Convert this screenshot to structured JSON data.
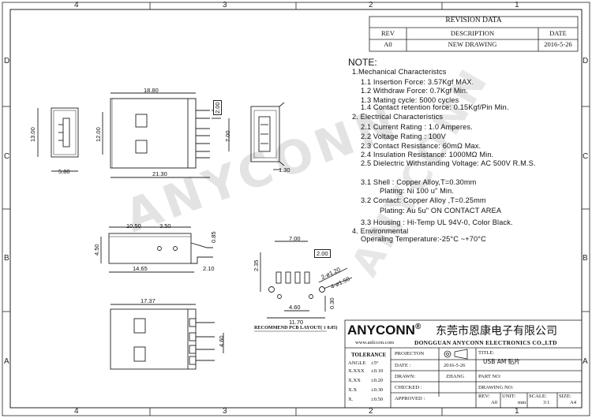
{
  "zones": {
    "top": [
      "4",
      "3",
      "2",
      "1"
    ],
    "bottom": [
      "4",
      "3",
      "2",
      "1"
    ],
    "left": [
      "D",
      "C",
      "B",
      "A"
    ],
    "right": [
      "D",
      "C",
      "B",
      "A"
    ]
  },
  "revision": {
    "title": "REVISION DATA",
    "headers": [
      "REV",
      "DESCRIPTION",
      "DATE"
    ],
    "row": [
      "A0",
      "NEW DRAWING",
      "2016-5-26"
    ]
  },
  "notes": {
    "title": "NOTE:",
    "lines": [
      "1.Mechanical Characteristcs",
      "1.1  Insertion  Force:  3.57Kgf  MAX.",
      "1.2  Withdraw  Force:  0.7Kgf  Min.",
      "1.3  Mating  cycle:  5000  cycles",
      "1.4  Contact  retention  force:  0.15Kgf/Pin  Min.",
      "2.  Electrical  Characteristics",
      "2.1  Current  Rating  :  1.0  Amperes.",
      "2.2  Voltage  Rating  :  100V",
      "2.3  Contact  Resistance:  60mΩ  Max.",
      "2.4  Insulation  Resistance:   1000MΩ  Min.",
      "2.5  Dielectric  Withstanding  Voltage: AC  500V  R.M.S.",
      "3.1  Shell  :  Copper  Alloy,T=0.30mm",
      "Plating:  Ni  100  u\"  Min.",
      "3.2  Contact:  Copper  Alloy  ,T=0.25mm",
      "Plating:  Au  5u\"  ON  CONTACT  AREA",
      "3.3  Housing  :  Hi-Temp  UL  94V-0,  Color  Black.",
      "4.  Environmental",
      "Operaling  Temperature:-25°C  ~+70°C"
    ]
  },
  "dimensions": {
    "top_view": {
      "width": "18.80",
      "height": "13.00",
      "inner": "12.00",
      "lead": "5.80",
      "length": "21.30",
      "pitch": "2.00",
      "span": "7.00"
    },
    "end_view": {
      "offset": "1.30"
    },
    "side_view": {
      "a": "10.50",
      "b": "3.50",
      "h": "4.50",
      "t": "0.85",
      "len": "14.65",
      "tail": "2.10"
    },
    "bottom_view": {
      "len": "17.37",
      "pitch": "4.60"
    },
    "pcb": {
      "w": "7.00",
      "p": "2.00",
      "h": "2.35",
      "d1": "2-ø1.20",
      "d2": "4-ø1.50",
      "s": "4.60",
      "t": "0.30",
      "total": "11.70",
      "caption": "RECOMMEND  PCB  LAYOUT( ± 0.05)"
    }
  },
  "watermark": "ANYCONN",
  "title_block": {
    "brand": "ANYCONN",
    "reg": "®",
    "company_cn": "东莞市恩康电子有限公司",
    "website": "www.anlccon.com",
    "company_en": "DONGGUAN  ANYCONN  ELECTRONICS  CO.,LTD",
    "tolerance_label": "TOLERANCE",
    "tolerances": [
      {
        "k": "ANGLE",
        "v": "±5°"
      },
      {
        "k": "X.XXX",
        "v": "±0.10"
      },
      {
        "k": "X.XX",
        "v": "±0.20"
      },
      {
        "k": "X.X",
        "v": "±0.30"
      },
      {
        "k": "X.",
        "v": "±0.50"
      }
    ],
    "projection_label": "PROJECTON",
    "title_label": "TITLE:",
    "title_value": "USB  AM  贴片",
    "date_label": "DATE :",
    "date_value": "2016-5-26",
    "drawn_label": "DRAWN:",
    "drawn_value": "ZHANG",
    "part_label": "PART  NO:",
    "checked_label": "CHECKED :",
    "drawing_label": "DRAWING NO:",
    "approved_label": "APPROVED :",
    "rev_label": "REV:",
    "rev_value": "A0",
    "unit_label": "UNIT:",
    "unit_value": "mm",
    "scale_label": "SCALE:",
    "scale_value": "3:1",
    "size_label": "SIZE:",
    "size_value": "A4"
  }
}
